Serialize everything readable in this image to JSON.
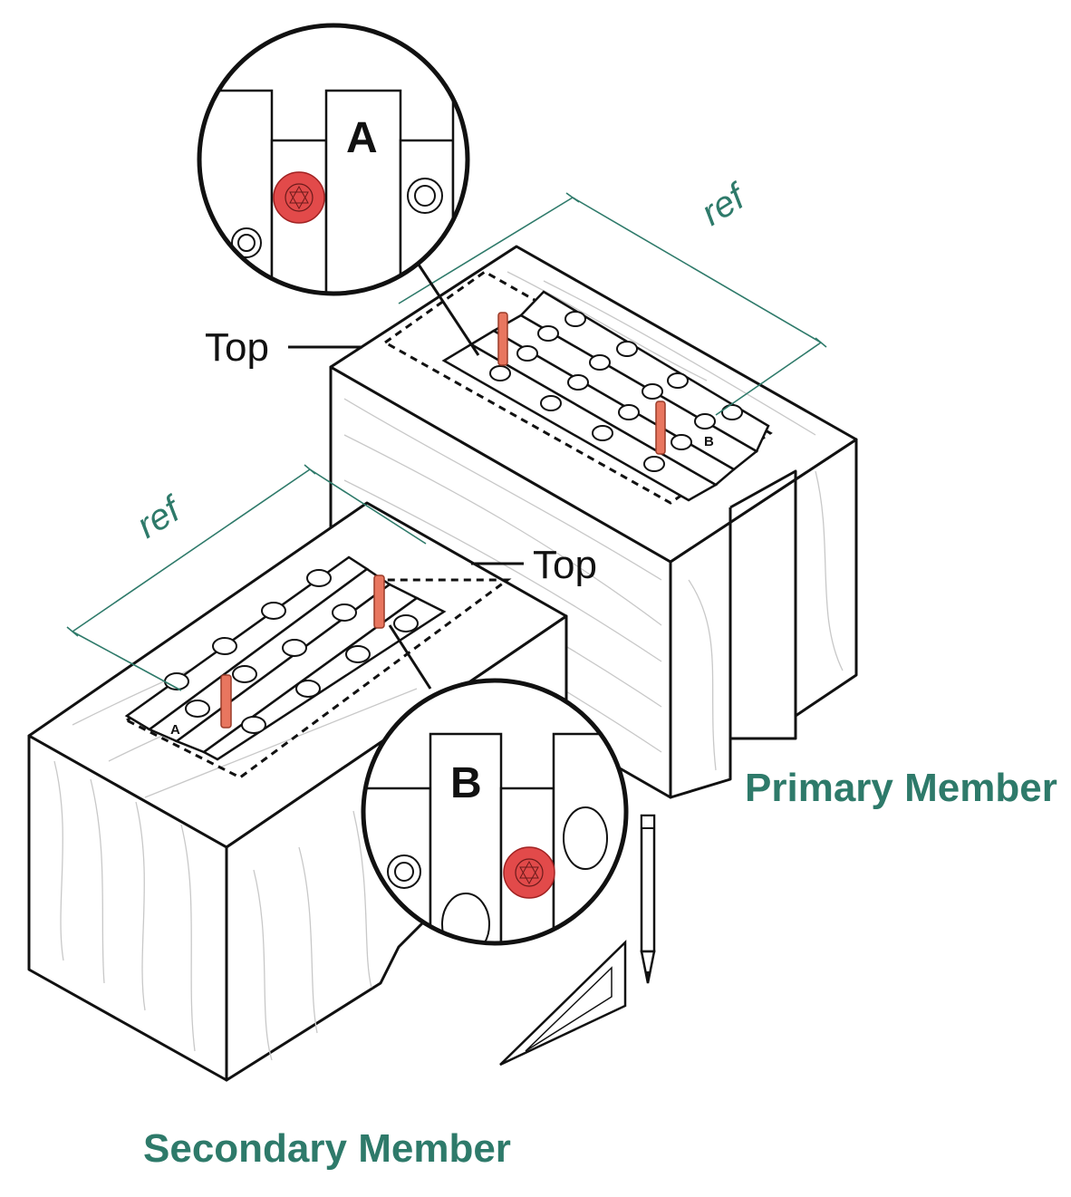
{
  "labels": {
    "top_primary": "Top",
    "top_secondary": "Top",
    "ref_primary": "ref",
    "ref_secondary": "ref",
    "primary_member": "Primary Member",
    "secondary_member": "Secondary Member",
    "detail_a_letter": "A",
    "detail_b_letter": "B",
    "template_a_mark": "A",
    "template_b_mark": "B"
  },
  "colors": {
    "accent_green": "#2e7a6a",
    "pin_red": "#e8765f",
    "badge_red": "#e24a4a"
  },
  "icons": [
    "pencil-icon",
    "triangle-square-icon",
    "assy-badge-icon"
  ]
}
